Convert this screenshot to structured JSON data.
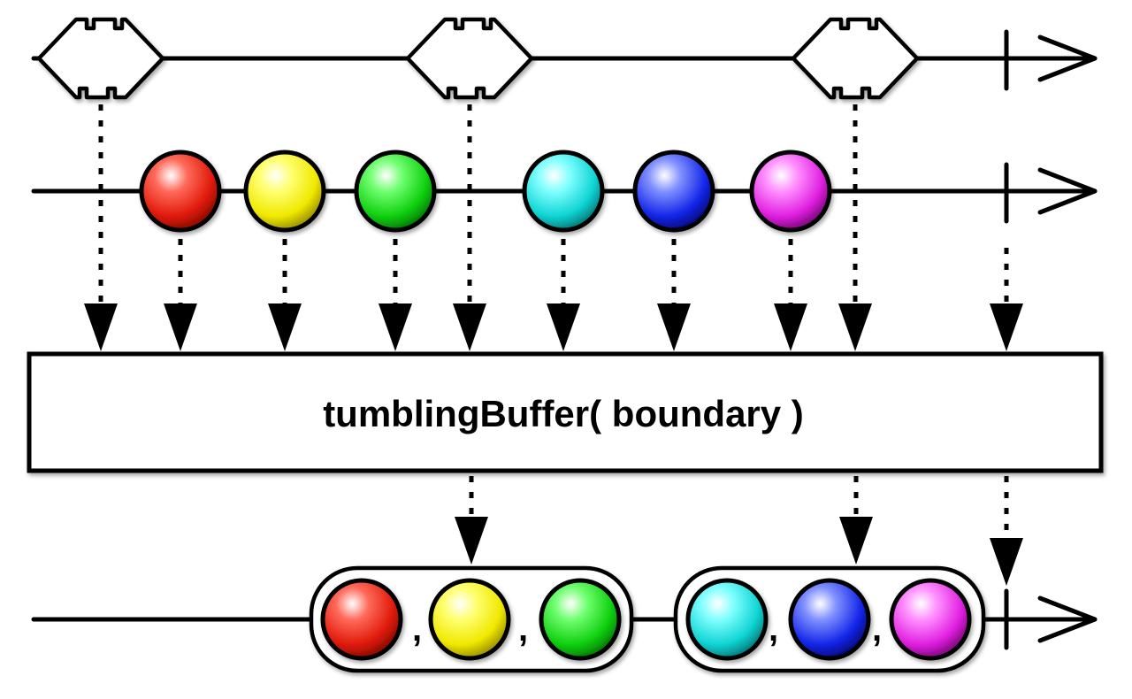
{
  "operator": {
    "label": "tumblingBuffer( boundary )"
  },
  "marbles": [
    {
      "name": "red",
      "color": "#ff2a1a"
    },
    {
      "name": "yellow",
      "color": "#ffff1a"
    },
    {
      "name": "green",
      "color": "#22ee22"
    },
    {
      "name": "cyan",
      "color": "#22f0f0"
    },
    {
      "name": "blue",
      "color": "#2a3cff"
    },
    {
      "name": "magenta",
      "color": "#f43cf4"
    }
  ],
  "output_groups": [
    {
      "items": [
        "red",
        "yellow",
        "green"
      ],
      "separators": [
        ",",
        ","
      ]
    },
    {
      "items": [
        "cyan",
        "blue",
        "magenta"
      ],
      "separators": [
        ",",
        ","
      ]
    }
  ]
}
